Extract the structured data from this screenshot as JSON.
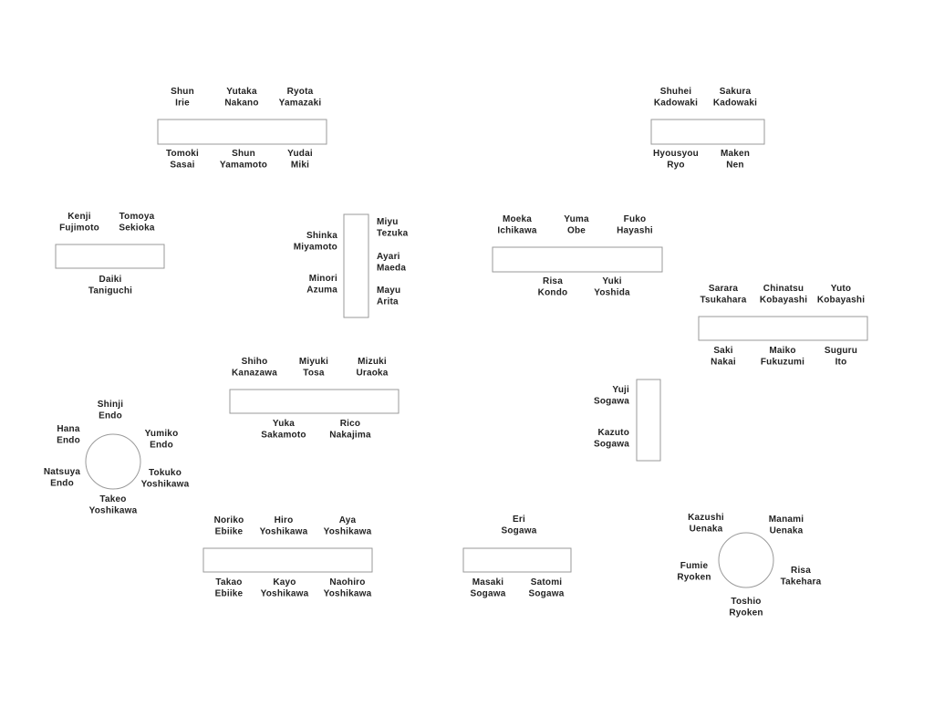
{
  "tables": [
    {
      "id": "t1",
      "shape": "rect",
      "guests": [
        [
          "Shun",
          "Irie"
        ],
        [
          "Yutaka",
          "Nakano"
        ],
        [
          "Ryota",
          "Yamazaki"
        ],
        [
          "Tomoki",
          "Sasai"
        ],
        [
          "Shun",
          "Yamamoto"
        ],
        [
          "Yudai",
          "Miki"
        ]
      ]
    },
    {
      "id": "t2",
      "shape": "rect",
      "guests": [
        [
          "Shuhei",
          "Kadowaki"
        ],
        [
          "Sakura",
          "Kadowaki"
        ],
        [
          "Hyousyou",
          "Ryo"
        ],
        [
          "Maken",
          "Nen"
        ]
      ]
    },
    {
      "id": "t3",
      "shape": "rect",
      "guests": [
        [
          "Kenji",
          "Fujimoto"
        ],
        [
          "Tomoya",
          "Sekioka"
        ],
        [
          "Daiki",
          "Taniguchi"
        ]
      ]
    },
    {
      "id": "t4",
      "shape": "rect",
      "guests": [
        [
          "Shinka",
          "Miyamoto"
        ],
        [
          "Minori",
          "Azuma"
        ],
        [
          "Miyu",
          "Tezuka"
        ],
        [
          "Ayari",
          "Maeda"
        ],
        [
          "Mayu",
          "Arita"
        ]
      ]
    },
    {
      "id": "t5",
      "shape": "rect",
      "guests": [
        [
          "Moeka",
          "Ichikawa"
        ],
        [
          "Yuma",
          "Obe"
        ],
        [
          "Fuko",
          "Hayashi"
        ],
        [
          "Risa",
          "Kondo"
        ],
        [
          "Yuki",
          "Yoshida"
        ]
      ]
    },
    {
      "id": "t6",
      "shape": "rect",
      "guests": [
        [
          "Sarara",
          "Tsukahara"
        ],
        [
          "Chinatsu",
          "Kobayashi"
        ],
        [
          "Yuto",
          "Kobayashi"
        ],
        [
          "Saki",
          "Nakai"
        ],
        [
          "Maiko",
          "Fukuzumi"
        ],
        [
          "Suguru",
          "Ito"
        ]
      ]
    },
    {
      "id": "t7",
      "shape": "rect",
      "guests": [
        [
          "Shiho",
          "Kanazawa"
        ],
        [
          "Miyuki",
          "Tosa"
        ],
        [
          "Mizuki",
          "Uraoka"
        ],
        [
          "Yuka",
          "Sakamoto"
        ],
        [
          "Rico",
          "Nakajima"
        ]
      ]
    },
    {
      "id": "t8",
      "shape": "rect",
      "guests": [
        [
          "Yuji",
          "Sogawa"
        ],
        [
          "Kazuto",
          "Sogawa"
        ]
      ]
    },
    {
      "id": "t9",
      "shape": "round",
      "guests": [
        [
          "Shinji",
          "Endo"
        ],
        [
          "Hana",
          "Endo"
        ],
        [
          "Yumiko",
          "Endo"
        ],
        [
          "Natsuya",
          "Endo"
        ],
        [
          "Tokuko",
          "Yoshikawa"
        ],
        [
          "Takeo",
          "Yoshikawa"
        ]
      ]
    },
    {
      "id": "t10",
      "shape": "rect",
      "guests": [
        [
          "Noriko",
          "Ebiike"
        ],
        [
          "Hiro",
          "Yoshikawa"
        ],
        [
          "Aya",
          "Yoshikawa"
        ],
        [
          "Takao",
          "Ebiike"
        ],
        [
          "Kayo",
          "Yoshikawa"
        ],
        [
          "Naohiro",
          "Yoshikawa"
        ]
      ]
    },
    {
      "id": "t11",
      "shape": "rect",
      "guests": [
        [
          "Eri",
          "Sogawa"
        ],
        [
          "Masaki",
          "Sogawa"
        ],
        [
          "Satomi",
          "Sogawa"
        ]
      ]
    },
    {
      "id": "t12",
      "shape": "round",
      "guests": [
        [
          "Kazushi",
          "Uenaka"
        ],
        [
          "Manami",
          "Uenaka"
        ],
        [
          "Fumie",
          "Ryoken"
        ],
        [
          "Risa",
          "Takehara"
        ],
        [
          "Toshio",
          "Ryoken"
        ]
      ]
    }
  ],
  "colors": {
    "table_stroke": "#9a9a9a",
    "text": "#222222",
    "background": "#ffffff"
  }
}
